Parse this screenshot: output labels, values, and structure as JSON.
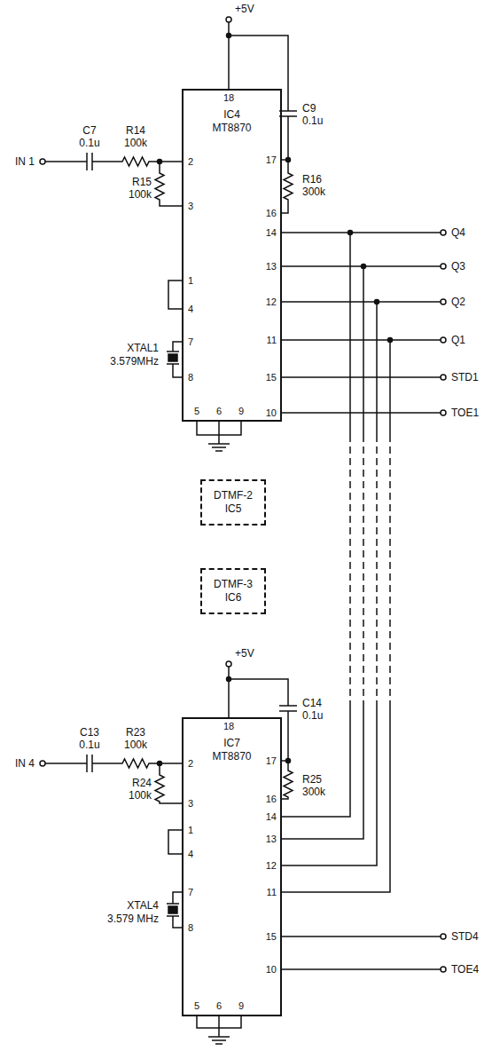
{
  "diagram": {
    "nodes": [
      {
        "text": [
          "IC4",
          "MT8870"
        ]
      },
      {
        "text": [
          "DTMF-2",
          "IC5"
        ]
      },
      {
        "text": [
          "DTMF-3",
          "IC6"
        ]
      },
      {
        "text": [
          "IC7",
          "MT8870"
        ]
      }
    ],
    "labels": [
      "+5V",
      "C7",
      "0.1u",
      "R14",
      "100k",
      "IN 1",
      "R15",
      "100k",
      "C9",
      "0.1u",
      "R16",
      "300k",
      "18",
      "2",
      "3",
      "1",
      "4",
      "7",
      "8",
      "17",
      "16",
      "14",
      "13",
      "12",
      "11",
      "15",
      "10",
      "5",
      "6",
      "9",
      "XTAL1",
      "3.579MHz",
      "Q4",
      "Q3",
      "Q2",
      "Q1",
      "STD1",
      "TOE1",
      "+5V",
      "C13",
      "0.1u",
      "R23",
      "100k",
      "IN 4",
      "R24",
      "100k",
      "C14",
      "0.1u",
      "R25",
      "300k",
      "18",
      "2",
      "3",
      "1",
      "4",
      "7",
      "8",
      "17",
      "16",
      "14",
      "13",
      "12",
      "11",
      "15",
      "10",
      "5",
      "6",
      "9",
      "XTAL4",
      "3.579 MHz",
      "STD4",
      "TOE4"
    ]
  }
}
